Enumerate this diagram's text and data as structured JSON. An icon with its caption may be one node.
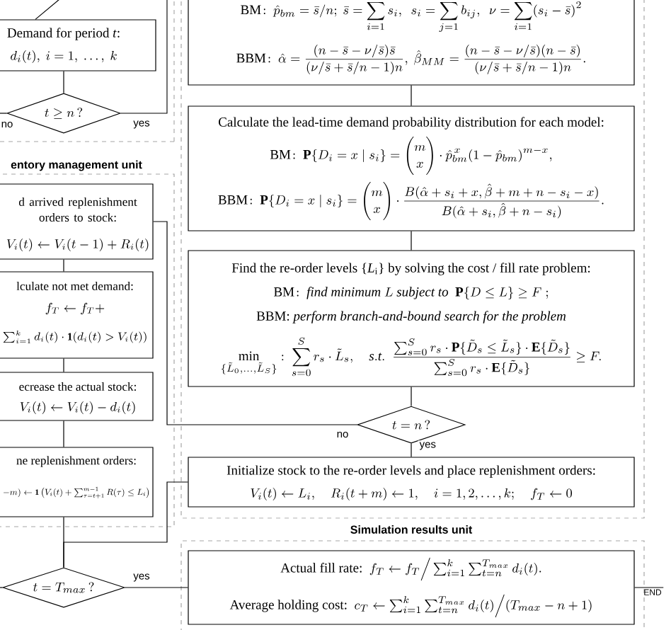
{
  "diagram": {
    "nodes": [
      {
        "text": [
          "Demand for period *t*:",
          "d_i(t),\\ i=1,\\ \\ldots,\\ k"
        ]
      },
      {
        "text": [
          "t\\ge n\\,?"
        ]
      },
      {
        "text": [
          "\\mathrm{BM}\\!:\\ \\hat p_{bm}=\\bar s/n;\\ \\bar s=\\sum\\limits_{i=1}s_i,\\ \\ s_i=\\sum\\limits_{j=1}b_{ij},\\ \\ \\nu=\\sum\\limits_{i=1}(s_i-\\bar s)^2",
          "\\mathrm{BBM}\\!:\\ \\hat\\alpha=\\frac{(n-\\bar s-\\nu/\\bar s)\\bar s}{(\\nu/\\bar s+\\bar s/n-1)n},\\ \\hat\\beta_{MM}=\\frac{(n-\\bar s-\\nu/\\bar s)(n-\\bar s)}{(\\nu/\\bar s+\\bar s/n-1)n}."
        ]
      },
      {
        "text": [
          "Calculate the lead-time demand probability distribution for each model:",
          "\\mathrm{BM}\\!:\\ \\mathbf{P}\\{D_i=x\\mid s_i\\}=\\binom{m}{x}\\cdot\\hat p_{bm}^{\\,x}(1-\\hat p_{bm})^{m-x},",
          "\\mathrm{BBM}\\!:\\ \\mathbf{P}\\{D_i=x\\mid s_i\\}=\\binom{m}{x}\\cdot\\frac{B(\\hat\\alpha+s_i+x,\\hat\\beta+m+n-s_i-x)}{B(\\hat\\alpha+s_i,\\hat\\beta+n-s_i)}."
        ]
      },
      {
        "text": [
          "Find the re-order levels {*L*$_{i}$} by solving the cost / fill rate problem:",
          "\\mathrm{BM}\\!:\\ \\textit{find minimum }L\\textit{ subject to }\\ \\mathbf{P}\\{D\\le L\\}\\ge F\\;;",
          "BBM: *perform branch-and-bound search for the problem*",
          "\\min_{\\{\\tilde L_0,\\ldots,\\tilde L_S\\}}:\\ \\sum_{s=0}^{S}r_s\\cdot\\tilde L_s,\\quad \\mathit{s.t.}\\ \\ \\frac{\\sum_{s=0}^{S}r_s\\cdot\\mathbf{P}\\{\\tilde D_s\\le\\tilde L_s\\}\\cdot\\mathbf{E}\\{\\tilde D_s\\}}{\\sum_{s=0}^{S}r_s\\cdot\\mathbf{E}\\{\\tilde D_s\\}}\\ge F."
        ]
      },
      {
        "text": [
          "t=n\\,?"
        ]
      },
      {
        "text": [
          "Initialize stock to the re-order levels and place replenishment orders:",
          "V_i(t)\\leftarrow L_i,\\quad R_i(t+m)\\leftarrow 1,\\quad i=1,2,\\ldots,k;\\quad f_T\\leftarrow 0"
        ]
      },
      {
        "text": [
          "entory management unit"
        ]
      },
      {
        "text": [
          "d arrived replenishment orders to stock:",
          "V_i(t)\\leftarrow V_i(t-1)+R_i(t)"
        ],
        "in": 7
      },
      {
        "text": [
          "lculate not met demand:",
          "f_T\\leftarrow f_T+",
          "\\sum_{i=1}^{k}d_i(t)\\cdot\\mathbf{1}(d_i(t)>V_i(t))"
        ],
        "in": 7
      },
      {
        "text": [
          "ecrease the actual stock:",
          "V_i(t)\\leftarrow V_i(t)-d_i(t)"
        ],
        "in": 7
      },
      {
        "text": [
          "ne replenishment orders:",
          "-m)\\leftarrow\\mathbf{1}\\left(V_i(t)+\\sum_{\\tau=t+1}^{m-1}R(\\tau)\\le L_i\\right)"
        ],
        "in": 7
      },
      {
        "text": [
          "t=T_{max}\\,?"
        ]
      },
      {
        "text": [
          "Simulation results unit"
        ]
      },
      {
        "text": [
          "\\mbox{Actual fill rate:}\\ \\ f_T\\leftarrow f_T\\Big/\\sum_{i=1}^{k}\\sum_{t=n}^{T_{max}}d_i(t).",
          "\\mbox{Average holding cost:}\\ \\ c_T\\leftarrow\\sum_{i=1}^{k}\\sum_{t=n}^{T_{max}}d_i(t)\\Big/(T_{max}-n+1)"
        ],
        "in": 13
      },
      {
        "text": [
          "END"
        ]
      }
    ],
    "edges": [
      {
        "from": null,
        "to": 0,
        "arrow": "none"
      },
      {
        "from": 0,
        "to": 1,
        "arrow": "none"
      },
      {
        "from": 1,
        "to": null,
        "arrow": "none",
        "label": "no"
      },
      {
        "from": 1,
        "to": null,
        "arrow": "none",
        "label": "yes"
      },
      {
        "from": 2,
        "to": 3,
        "arrow": "none"
      },
      {
        "from": 3,
        "to": 4,
        "arrow": "none"
      },
      {
        "from": 4,
        "to": 5,
        "arrow": "none"
      },
      {
        "from": 5,
        "to": 8,
        "arrow": "none",
        "label": "no"
      },
      {
        "from": 5,
        "to": 6,
        "arrow": "none",
        "label": "yes"
      },
      {
        "from": 8,
        "to": 9,
        "arrow": "none"
      },
      {
        "from": 9,
        "to": 10,
        "arrow": "none"
      },
      {
        "from": 10,
        "to": 11,
        "arrow": "none"
      },
      {
        "from": 11,
        "to": 12,
        "arrow": "none"
      },
      {
        "from": 6,
        "to": 12,
        "arrow": "none"
      },
      {
        "from": 12,
        "to": 14,
        "arrow": "none",
        "label": "yes"
      },
      {
        "from": 12,
        "to": null,
        "arrow": "none"
      },
      {
        "from": 14,
        "to": 15,
        "arrow": "none"
      }
    ]
  }
}
